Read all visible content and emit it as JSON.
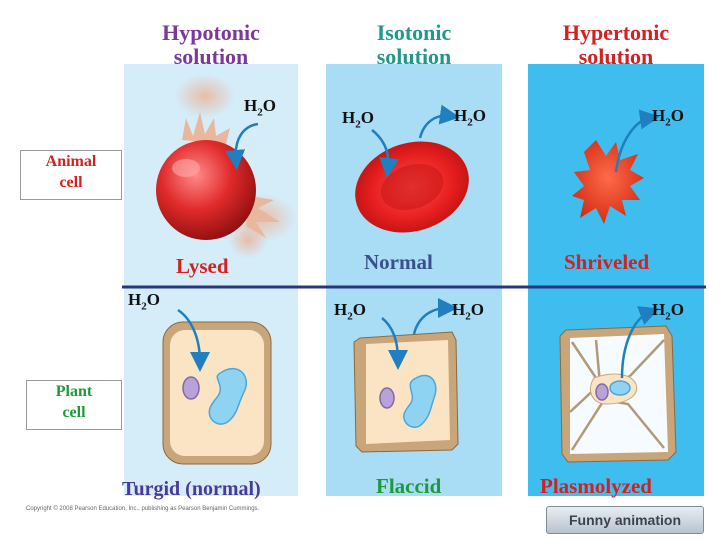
{
  "columns": [
    {
      "title_line1": "Hypotonic",
      "title_line2": "solution",
      "animal_state": "Lysed",
      "plant_state": "Turgid (normal)"
    },
    {
      "title_line1": "Isotonic",
      "title_line2": "solution",
      "animal_state": "Normal",
      "plant_state": "Flaccid"
    },
    {
      "title_line1": "Hypertonic",
      "title_line2": "solution",
      "animal_state": "Shriveled",
      "plant_state": "Plasmolyzed"
    }
  ],
  "rows": {
    "animal": {
      "line1": "Animal",
      "line2": "cell"
    },
    "plant": {
      "line1": "Plant",
      "line2": "cell"
    }
  },
  "water": {
    "base": "H",
    "sub": "2",
    "tail": "O"
  },
  "copyright": "Copyright © 2008 Pearson Education, Inc., publishing as Pearson Benjamin Cummings.",
  "button": {
    "label": "Funny animation"
  },
  "colors": {
    "hypotonic_title": "#7a3a9a",
    "isotonic_title": "#1f9a8a",
    "hypertonic_title": "#d32020",
    "animal_state": "#d32020",
    "normal_state": "#3a4f8f",
    "plant_state_hypo": "#4a3a9a",
    "plant_state_iso": "#1f9a3a",
    "plant_state_hyper": "#d32020",
    "row_label_animal": "#d32020",
    "row_label_plant": "#1f9a3a",
    "panel_hypo": "#d5ecf9",
    "panel_iso": "#a9dcf5",
    "panel_hyper": "#3fbdee",
    "divider": "#2a3580"
  }
}
